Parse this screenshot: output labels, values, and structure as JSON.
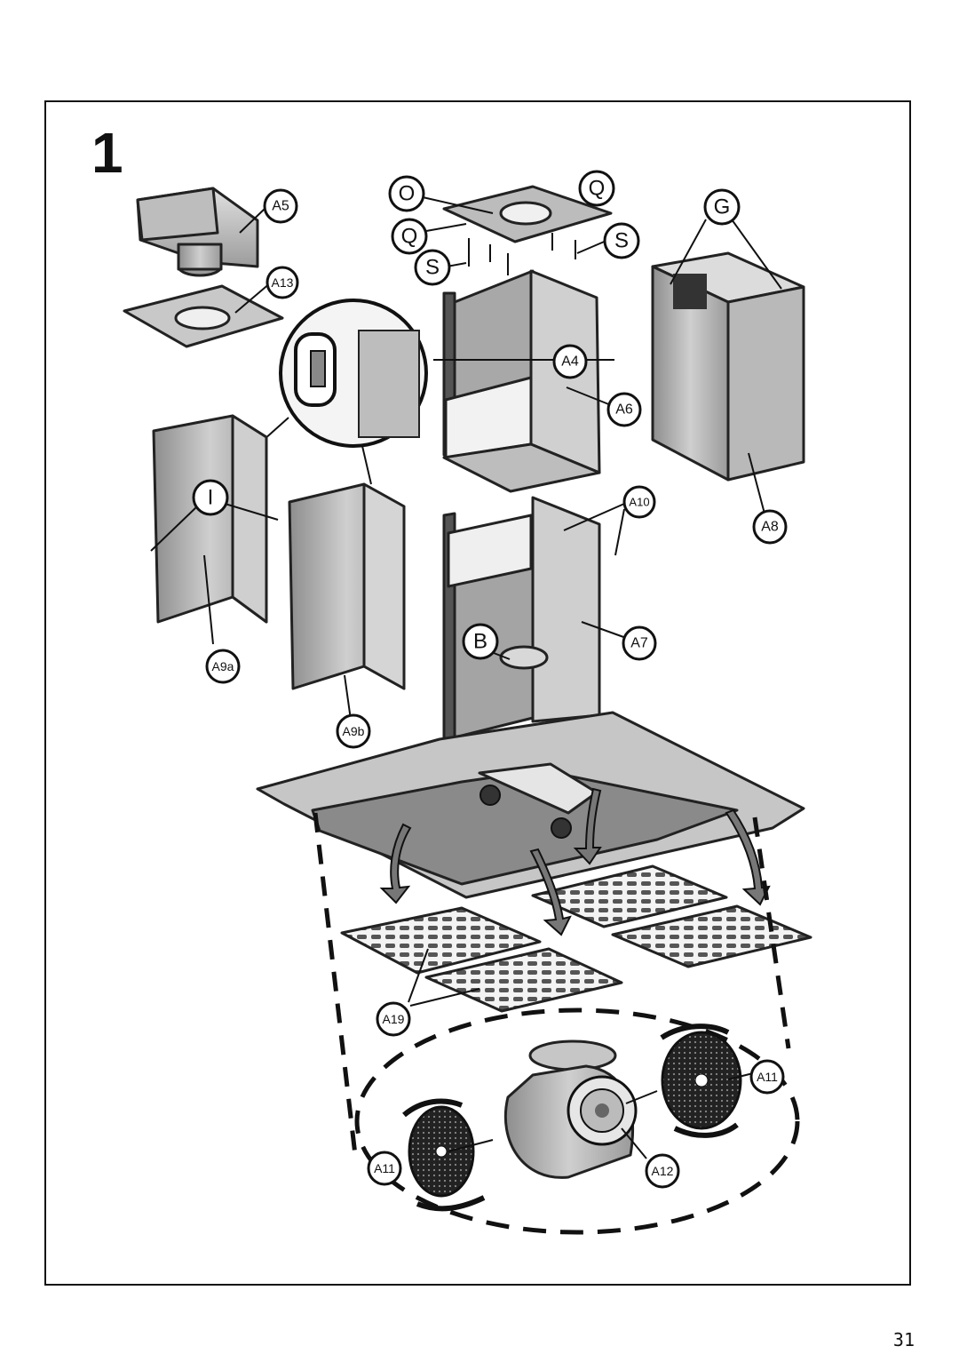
{
  "figure": {
    "number": "1"
  },
  "page": {
    "number": "31"
  },
  "callouts": {
    "a5": "A5",
    "a13": "A13",
    "o": "O",
    "q1": "Q",
    "q2": "Q",
    "s1": "S",
    "s2": "S",
    "g": "G",
    "a4": "A4",
    "a6": "A6",
    "a8": "A8",
    "i": "I",
    "a9a": "A9a",
    "a9b": "A9b",
    "a10": "A10",
    "b": "B",
    "a7": "A7",
    "a19": "A19",
    "a11_right": "A11",
    "a11_left": "A11",
    "a12": "A12"
  },
  "colors": {
    "line": "#111111",
    "metal_light": "#d4d4d4",
    "metal_mid": "#a8a8a8",
    "metal_dark": "#6e6e6e"
  }
}
